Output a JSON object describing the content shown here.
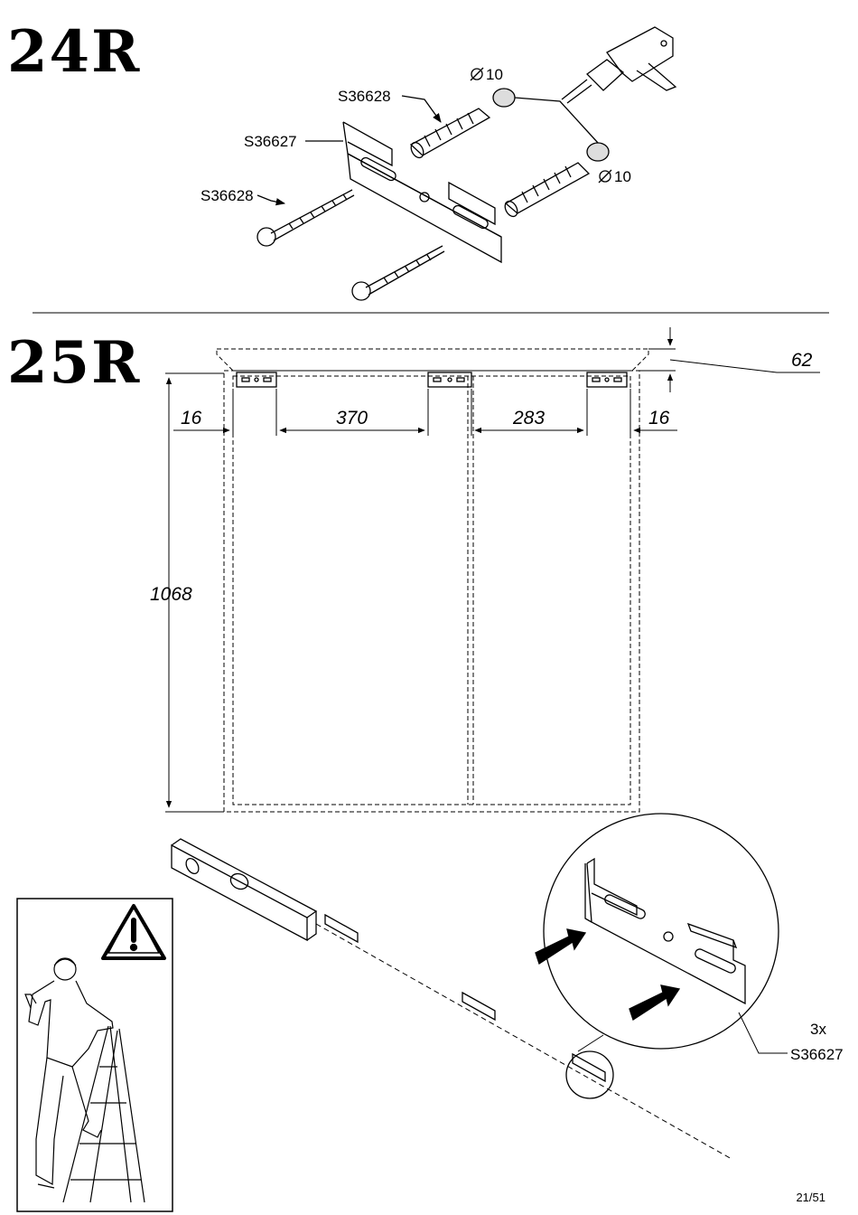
{
  "steps": {
    "step_24": "24R",
    "step_25": "25R"
  },
  "step_24": {
    "labels": {
      "wall_plug": "S36628",
      "bracket": "S36627",
      "screw": "S36628",
      "drill_diameter_top": "10",
      "drill_diameter_bottom": "10"
    }
  },
  "step_25": {
    "dimensions": {
      "top_offset": "62",
      "left_edge": "16",
      "left_spacing": "370",
      "right_spacing": "283",
      "right_edge": "16",
      "height": "1068"
    },
    "detail": {
      "quantity": "3x",
      "part": "S36627"
    },
    "icons": [
      "warning-icon",
      "spirit-level-icon",
      "person-on-ladder-icon",
      "drill-icon"
    ]
  },
  "footer": {
    "page_number": "21/51"
  }
}
